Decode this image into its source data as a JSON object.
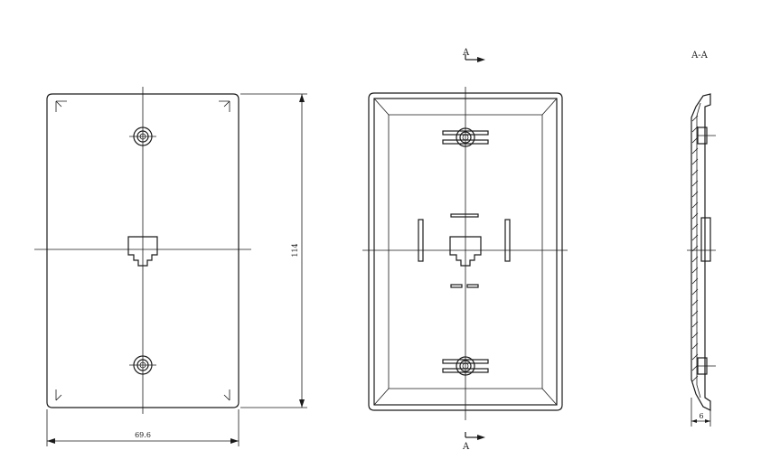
{
  "drawing": {
    "front_view": {
      "width_dim": "69.6",
      "height_dim": "114"
    },
    "back_view": {
      "section_mark_top": "A",
      "section_mark_bottom": "A"
    },
    "section_view": {
      "title": "A-A",
      "thickness_dim": "6"
    }
  },
  "colors": {
    "line": "#1a1a1a",
    "background": "#ffffff"
  }
}
